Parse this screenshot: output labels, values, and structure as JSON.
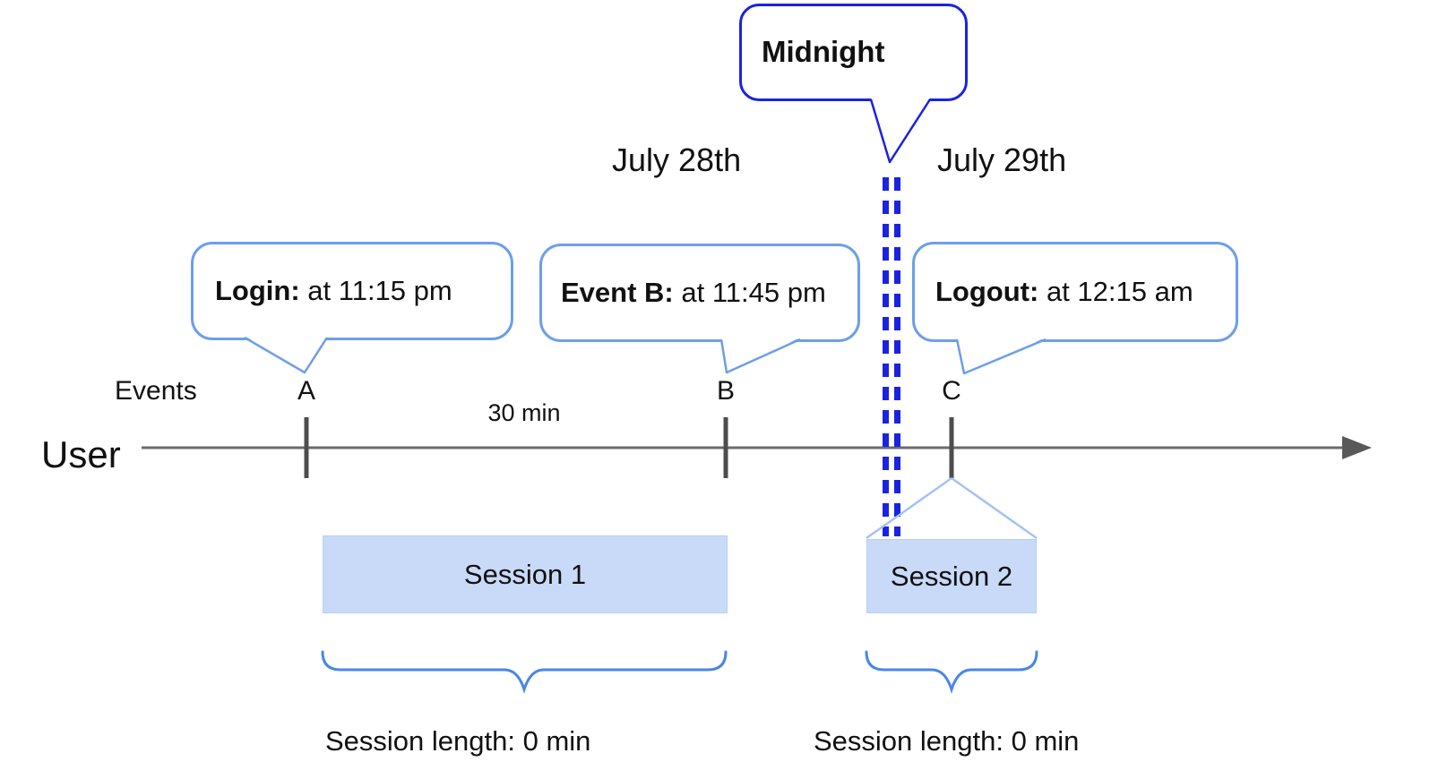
{
  "colors": {
    "dark_blue": "#1a23e0",
    "light_blue": "#6d9eeb",
    "brace_blue": "#4a86e8",
    "connector_blue": "#a4c2f4",
    "session_fill": "#c9daf8",
    "session_border": "#b9cef6",
    "line_gray": "#6b6b6b",
    "tick_gray": "#4d4d4d",
    "arrow_gray": "#595959",
    "text_color": "#111111"
  },
  "midnight_callout": {
    "label": "Midnight"
  },
  "date_labels": {
    "before": "July 28th",
    "after": "July 29th"
  },
  "event_callouts": {
    "login": {
      "title": "Login:",
      "detail": " at 11:15 pm"
    },
    "event_b": {
      "title": "Event B:",
      "detail": " at 11:45 pm"
    },
    "logout": {
      "title": "Logout:",
      "detail": " at 12:15 am"
    }
  },
  "timeline": {
    "row_label": "User",
    "events_label": "Events",
    "interval_label": "30 min",
    "markers": [
      "A",
      "B",
      "C"
    ]
  },
  "sessions": [
    {
      "label": "Session 1",
      "length_label": "Session length: 0 min"
    },
    {
      "label": "Session 2",
      "length_label": "Session length: 0 min"
    }
  ]
}
